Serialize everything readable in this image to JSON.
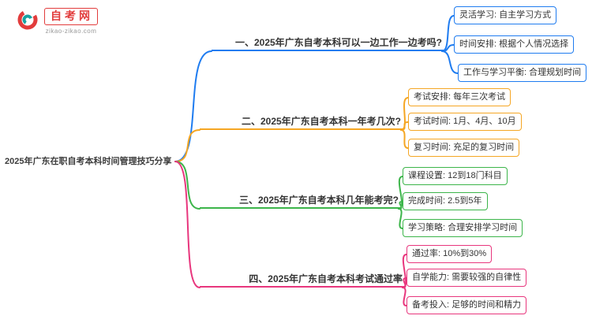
{
  "logo": {
    "site_name": "自考网",
    "site_url": "zikao-zikao.com"
  },
  "main_topic": "2025年广东在职自考本科时间管理技巧分享",
  "branches": [
    {
      "label": "一、2025年广东自考本科可以一边工作一边考吗?",
      "color": "#1f7cf0",
      "children": [
        "灵活学习: 自主学习方式",
        "时间安排: 根据个人情况选择",
        "工作与学习平衡: 合理规划时间"
      ]
    },
    {
      "label": "二、2025年广东自考本科一年考几次?",
      "color": "#f5a623",
      "children": [
        "考试安排: 每年三次考试",
        "考试时间: 1月、4月、10月",
        "复习时间: 充足的复习时间"
      ]
    },
    {
      "label": "三、2025年广东自考本科几年能考完?",
      "color": "#3cb54a",
      "children": [
        "课程设置: 12到18门科目",
        "完成时间: 2.5到5年",
        "学习策略: 合理安排学习时间"
      ]
    },
    {
      "label": "四、2025年广东自考本科考试通过率",
      "color": "#e8367d",
      "children": [
        "通过率: 10%到30%",
        "自学能力: 需要较强的自律性",
        "备考投入: 足够的时间和精力"
      ]
    }
  ]
}
